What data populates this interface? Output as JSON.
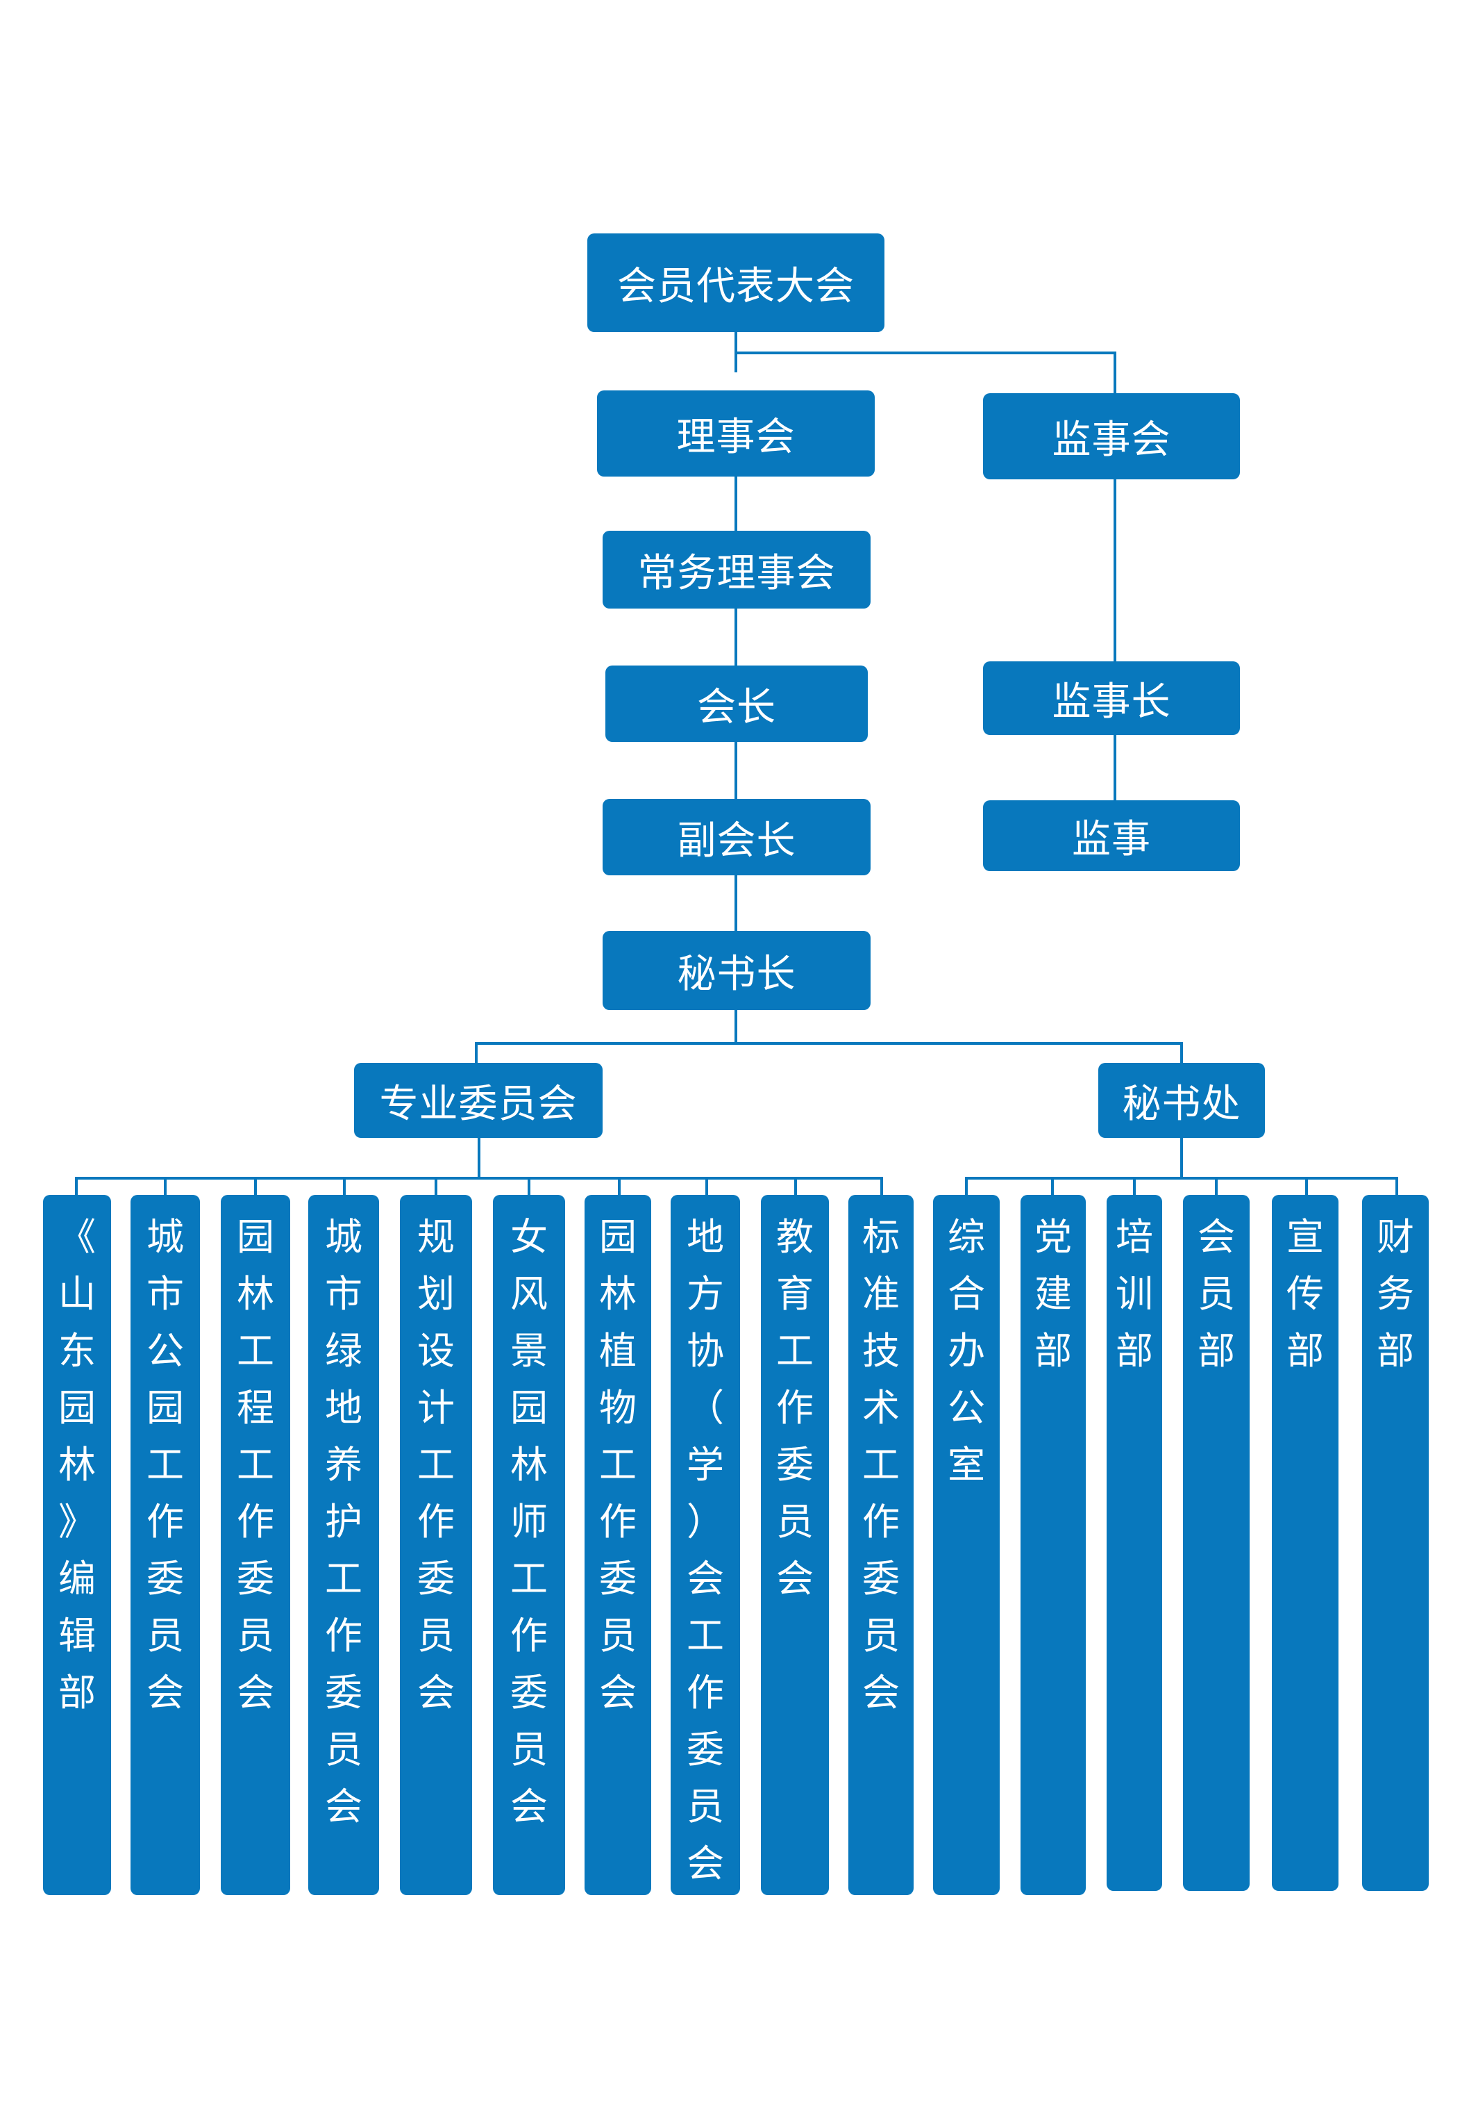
{
  "colors": {
    "box": "#0878bd",
    "line": "#0878bd",
    "text": "#ffffff"
  },
  "top": "会员代表大会",
  "left_chain": [
    "理事会",
    "常务理事会",
    "会长",
    "副会长",
    "秘书长"
  ],
  "right_chain": [
    "监事会",
    "监事长",
    "监事"
  ],
  "branches": {
    "committees": "专业委员会",
    "secretariat": "秘书处"
  },
  "committee_items": [
    "《山东园林》编辑部",
    "城市公园工作委员会",
    "园林工程工作委员会",
    "城市绿地养护工作委员会",
    "规划设计工作委员会",
    "女风景园林师工作委员会",
    "园林植物工作委员会",
    "地方协（学）会工作委员会",
    "教育工作委员会",
    "标准技术工作委员会"
  ],
  "secretariat_items": [
    "综合办公室",
    "党建部",
    "培训部",
    "会员部",
    "宣传部",
    "财务部"
  ]
}
